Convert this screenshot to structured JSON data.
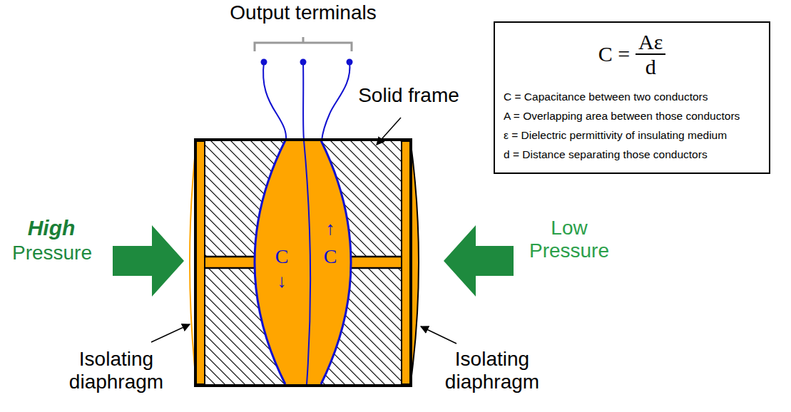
{
  "diagram": {
    "nodes": [
      {
        "text": [
          "C =",
          "Aε",
          "d",
          "C = Capacitance between two conductors",
          "A = Overlapping area between those conductors",
          "ε = Dielectric permittivity of insulating medium",
          "d = Distance separating those conductors"
        ]
      }
    ],
    "edges": [],
    "labels": [
      "Output terminals",
      "Solid frame",
      "High",
      "Pressure",
      "Low Pressure",
      "C",
      "↓",
      "↑",
      "C",
      "Isolating diaphragm",
      "Isolating diaphragm"
    ]
  }
}
